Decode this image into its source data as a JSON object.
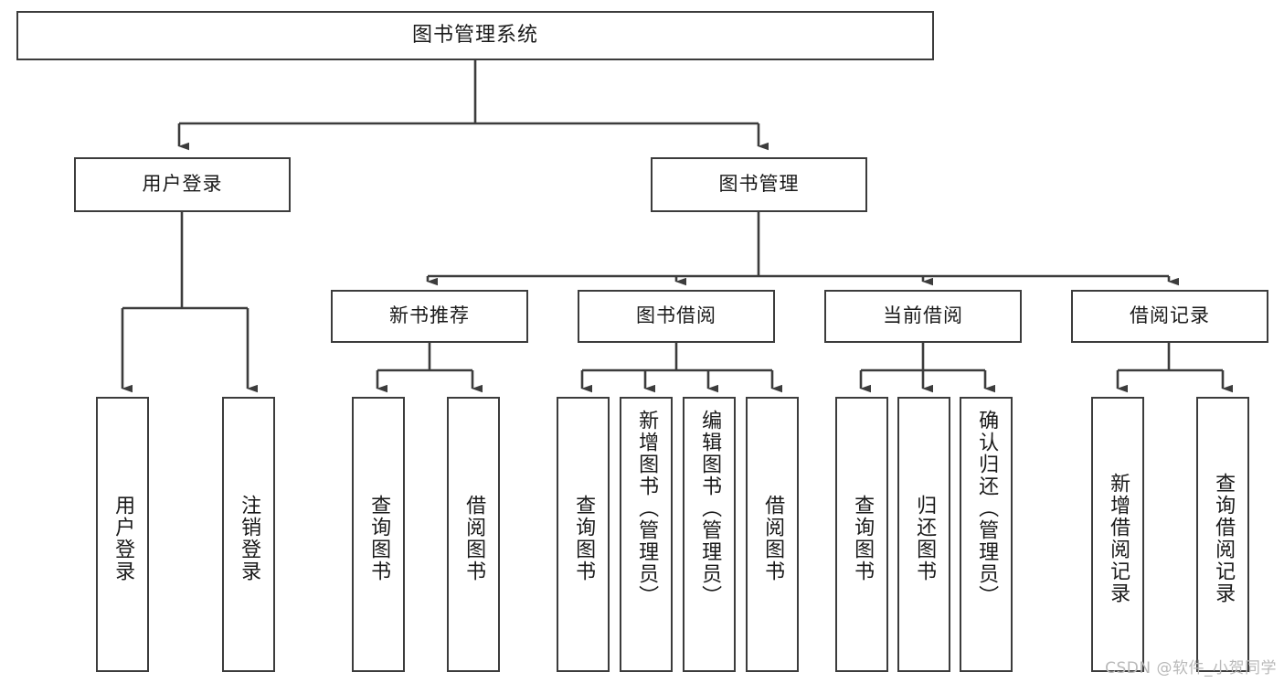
{
  "diagram": {
    "type": "tree-hierarchy",
    "title": "图书管理系统",
    "watermark": "CSDN @软件_小贺同学",
    "colors": {
      "border": "#3c3c3c",
      "background": "#ffffff",
      "text": "#1a1a1a",
      "watermark": "#b9b9b9"
    },
    "levels": {
      "root": {
        "label": "图书管理系统"
      },
      "level2": [
        {
          "id": "user-login",
          "label": "用户登录"
        },
        {
          "id": "book-manage",
          "label": "图书管理"
        }
      ],
      "level3": [
        {
          "id": "new-book-rec",
          "label": "新书推荐"
        },
        {
          "id": "book-borrow",
          "label": "图书借阅"
        },
        {
          "id": "current-borrow",
          "label": "当前借阅"
        },
        {
          "id": "borrow-record",
          "label": "借阅记录"
        }
      ],
      "leaves": [
        {
          "id": "leaf-user-login",
          "label": "用户登录",
          "parent": "user-login"
        },
        {
          "id": "leaf-user-logout",
          "label": "注销登录",
          "parent": "user-login"
        },
        {
          "id": "leaf-query-book-1",
          "label": "查询图书",
          "parent": "new-book-rec"
        },
        {
          "id": "leaf-borrow-book-1",
          "label": "借阅图书",
          "parent": "new-book-rec"
        },
        {
          "id": "leaf-query-book-2",
          "label": "查询图书",
          "parent": "book-borrow"
        },
        {
          "id": "leaf-add-book",
          "label": "新增图书（管理员）",
          "parent": "book-borrow"
        },
        {
          "id": "leaf-edit-book",
          "label": "编辑图书（管理员）",
          "parent": "book-borrow"
        },
        {
          "id": "leaf-borrow-book-2",
          "label": "借阅图书",
          "parent": "book-borrow"
        },
        {
          "id": "leaf-query-book-3",
          "label": "查询图书",
          "parent": "current-borrow"
        },
        {
          "id": "leaf-return-book",
          "label": "归还图书",
          "parent": "current-borrow"
        },
        {
          "id": "leaf-confirm-return",
          "label": "确认归还（管理员）",
          "parent": "current-borrow"
        },
        {
          "id": "leaf-add-record",
          "label": "新增借阅记录",
          "parent": "borrow-record"
        },
        {
          "id": "leaf-query-record",
          "label": "查询借阅记录",
          "parent": "borrow-record"
        }
      ]
    }
  }
}
